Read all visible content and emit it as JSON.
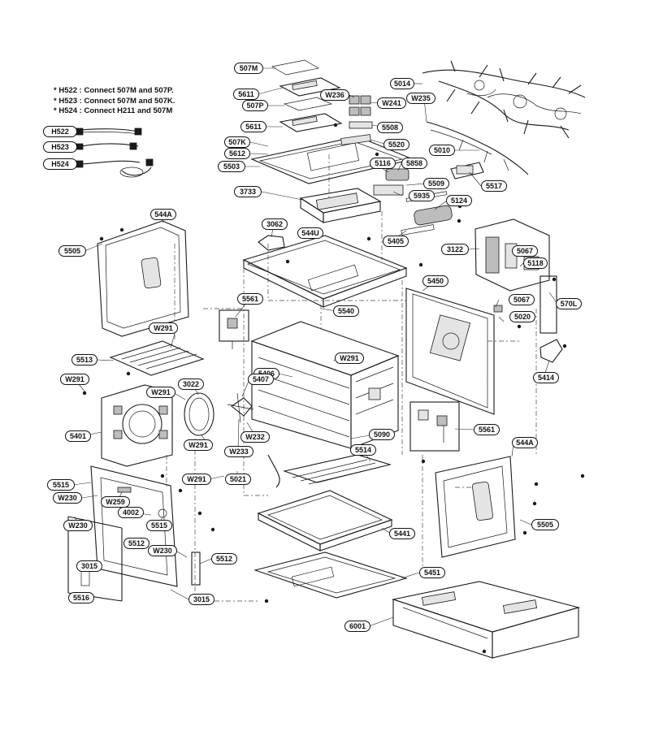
{
  "notes": [
    "* H522 : Connect 507M and 507P.",
    "* H523 : Connect 507M and 507K.",
    "* H524 : Connect H211 and 507M"
  ],
  "harness_labels": {
    "h522": "H522",
    "h523": "H523",
    "h524": "H524"
  },
  "parts": {
    "p507m": "507M",
    "p5014": "5014",
    "p5611a": "5611",
    "pw236": "W236",
    "pw241": "W241",
    "pw235": "W235",
    "p507p": "507P",
    "p5508": "5508",
    "p5611b": "5611",
    "p5520": "5520",
    "p507k": "507K",
    "p5010": "5010",
    "p5612": "5612",
    "p5116": "5116",
    "p5858": "5858",
    "p5503": "5503",
    "p5509": "5509",
    "p5517": "5517",
    "p3733": "3733",
    "p5935": "5935",
    "p5124": "5124",
    "p544a_top": "544A",
    "p3062": "3062",
    "p544u": "544U",
    "p5405": "5405",
    "p3122": "3122",
    "p5067a": "5067",
    "p5505a": "5505",
    "p5118": "5118",
    "p5450": "5450",
    "p5561a": "5561",
    "p5540": "5540",
    "p5067b": "5067",
    "p570l": "570L",
    "p5020": "5020",
    "pw291a": "W291",
    "pw291b": "W291",
    "p5513": "5513",
    "p5406": "5406",
    "pw291c": "W291",
    "p5414": "5414",
    "p3022": "3022",
    "p5407": "5407",
    "pw291d": "W291",
    "p5401": "5401",
    "pw232": "W232",
    "p5090": "5090",
    "p5561b": "5561",
    "pw291e": "W291",
    "p5514": "5514",
    "pw233": "W233",
    "p544a_bot": "544A",
    "pw291f": "W291",
    "p5021": "5021",
    "p5515a": "5515",
    "pw230a": "W230",
    "pw259": "W259",
    "p4002": "4002",
    "p5515b": "5515",
    "pw230b": "W230",
    "p5505b": "5505",
    "p5512a": "5512",
    "p5441": "5441",
    "pw230c": "W230",
    "p3015a": "3015",
    "p5512b": "5512",
    "p5451": "5451",
    "p5516": "5516",
    "p3015b": "3015",
    "p6001": "6001"
  }
}
